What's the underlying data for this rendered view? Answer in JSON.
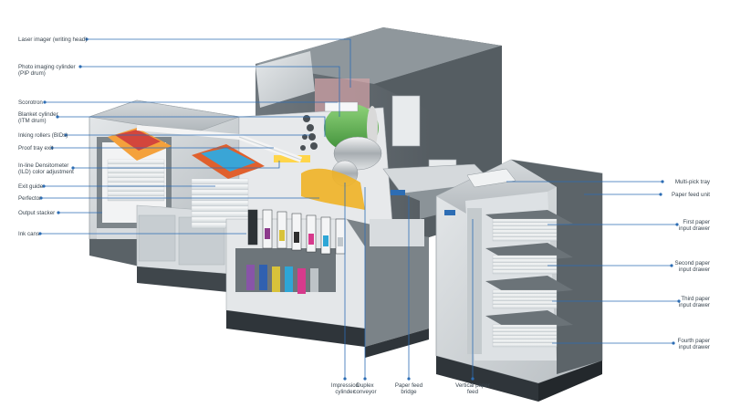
{
  "diagram": {
    "left_labels": [
      {
        "id": "laser-imager",
        "text": "Laser imager (writing head)"
      },
      {
        "id": "pip-drum",
        "text": "Photo imaging cylinder\n(PIP drum)"
      },
      {
        "id": "scorotron",
        "text": "Scorotron"
      },
      {
        "id": "blanket-cylinder",
        "text": "Blanket cylinder\n(ITM drum)"
      },
      {
        "id": "inking-rollers",
        "text": "Inking rollers (BIDs)"
      },
      {
        "id": "proof-tray-exit",
        "text": "Proof tray exit"
      },
      {
        "id": "densitometer",
        "text": "In-line Densitometer\n(ILD) color adjustment"
      },
      {
        "id": "exit-guide",
        "text": "Exit guide"
      },
      {
        "id": "perfector",
        "text": "Perfector"
      },
      {
        "id": "output-stacker",
        "text": "Output stacker"
      },
      {
        "id": "ink-cans",
        "text": "Ink cans"
      }
    ],
    "right_labels": [
      {
        "id": "multi-pick-tray",
        "text": "Multi-pick tray"
      },
      {
        "id": "paper-feed-unit",
        "text": "Paper feed unit"
      },
      {
        "id": "first-drawer",
        "text": "First paper\ninput drawer"
      },
      {
        "id": "second-drawer",
        "text": "Second paper\ninput drawer"
      },
      {
        "id": "third-drawer",
        "text": "Third paper\ninput drawer"
      },
      {
        "id": "fourth-drawer",
        "text": "Fourth paper\ninput drawer"
      }
    ],
    "bottom_labels": [
      {
        "id": "impression-cylinder",
        "text": "Impression\ncylinder"
      },
      {
        "id": "duplex-conveyor",
        "text": "Duplex\nconveyor"
      },
      {
        "id": "paper-feed-bridge",
        "text": "Paper feed\nbridge"
      },
      {
        "id": "vertical-paper-feed",
        "text": "Vertical paper\nfeed"
      }
    ],
    "colors": {
      "leader": "#2d6db4",
      "label_text": "#3a4650",
      "housing_dark": "#5d666c",
      "housing_light": "#c9ced2",
      "panel_white": "#eef0f1"
    }
  }
}
